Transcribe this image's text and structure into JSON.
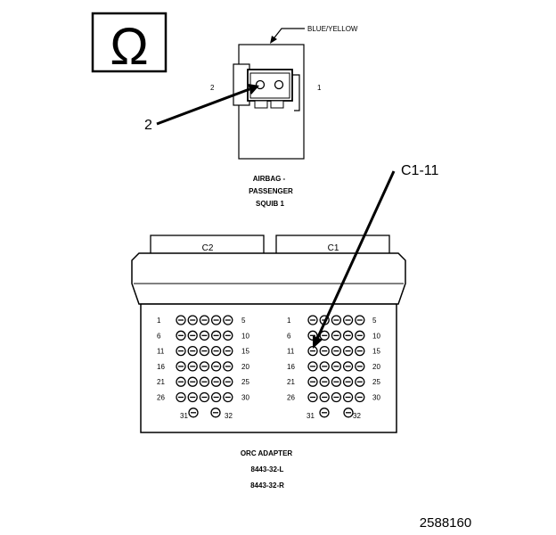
{
  "omega_symbol": "Ω",
  "squib": {
    "wire_color": "BLUE/YELLOW",
    "pin_left": "2",
    "pin_right": "1",
    "title_line1": "AIRBAG -",
    "title_line2": "PASSENGER",
    "title_line3": "SQUIB 1"
  },
  "callouts": {
    "pin_callout": "2",
    "cavity_callout": "C1-11"
  },
  "adapter": {
    "connectors": [
      "C2",
      "C1"
    ],
    "row_start_numbers": [
      "1",
      "6",
      "11",
      "16",
      "21",
      "26"
    ],
    "row_end_numbers": [
      "5",
      "10",
      "15",
      "20",
      "25",
      "30"
    ],
    "extra_pin_left": "31",
    "extra_pin_right": "32",
    "title": "ORC ADAPTER",
    "part_number_1": "8443-32-L",
    "part_number_2": "8443-32-R"
  },
  "figure_number": "2588160"
}
